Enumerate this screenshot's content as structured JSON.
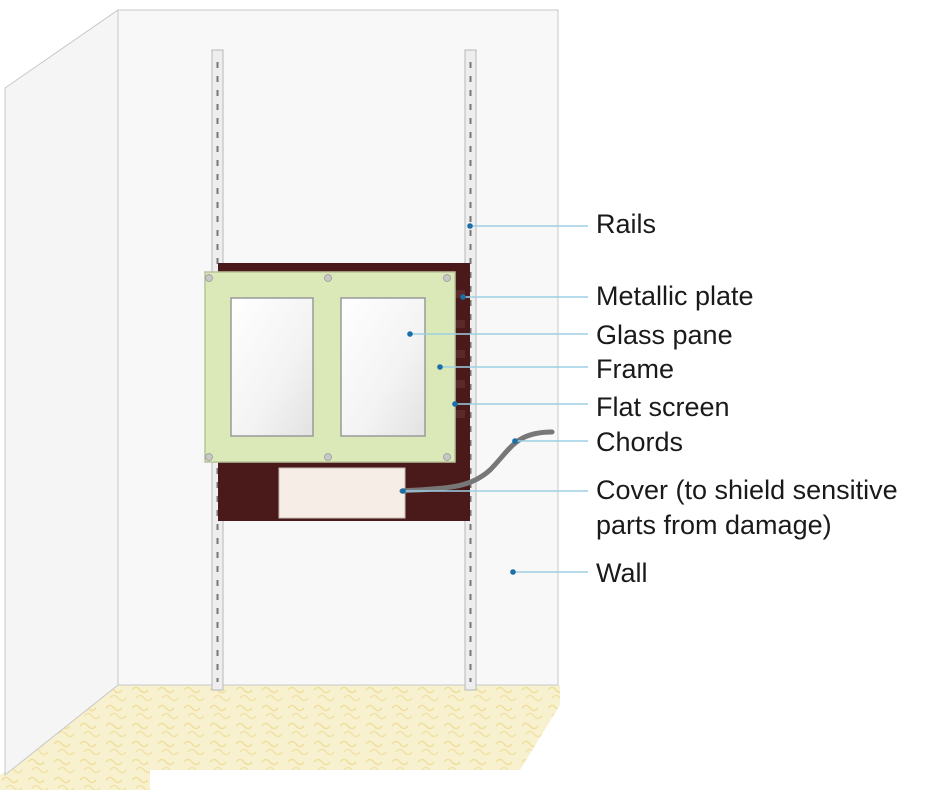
{
  "labels": {
    "rails": "Rails",
    "metallic_plate": "Metallic plate",
    "glass_pane": "Glass pane",
    "frame": "Frame",
    "flat_screen": "Flat screen",
    "chords": "Chords",
    "cover_line1": "Cover (to shield sensitive",
    "cover_line2": "parts from damage)",
    "wall": "Wall"
  },
  "colors": {
    "wall": "#f4f4f4",
    "wall_shadow": "#e6e6e6",
    "floor": "#f7efc8",
    "rail": "#ececec",
    "metallic_plate": "#4a1a1a",
    "frame": "#dbe8b8",
    "glass": "#f2f2f2",
    "cover": "#f6ede6",
    "chord": "#777777",
    "leader_line": "#9ecfe3",
    "leader_dot": "#1b6fa8"
  }
}
